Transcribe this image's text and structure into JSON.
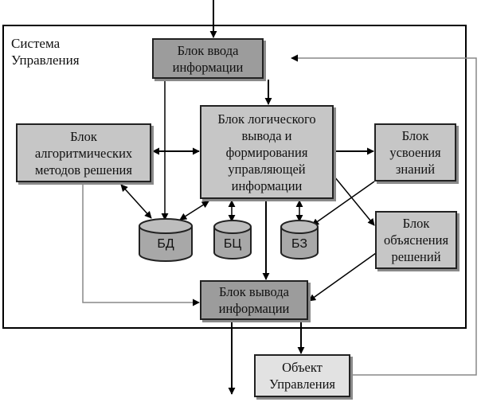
{
  "system": {
    "label_line1": "Система",
    "label_line2": "Управления"
  },
  "blocks": {
    "input": {
      "lines": [
        "Блок ввода",
        "информации"
      ]
    },
    "logic": {
      "lines": [
        "Блок логического",
        "вывода и",
        "формирования",
        "управляющей",
        "информации"
      ]
    },
    "algorithmic": {
      "lines": [
        "Блок",
        "алгоритмических",
        "методов решения"
      ]
    },
    "learning": {
      "lines": [
        "Блок",
        "усвоения",
        "знаний"
      ]
    },
    "explanation": {
      "lines": [
        "Блок",
        "объяснения",
        "решений"
      ]
    },
    "output": {
      "lines": [
        "Блок вывода",
        "информации"
      ]
    },
    "object": {
      "lines": [
        "Объект",
        "Управления"
      ]
    }
  },
  "databases": {
    "bd": "БД",
    "bc": "БЦ",
    "bz": "БЗ"
  },
  "colors": {
    "dark_block": "#9c9c9c",
    "mid_block": "#c6c6c6",
    "light_block": "#e2e2e2",
    "feedback_line": "#888888"
  }
}
